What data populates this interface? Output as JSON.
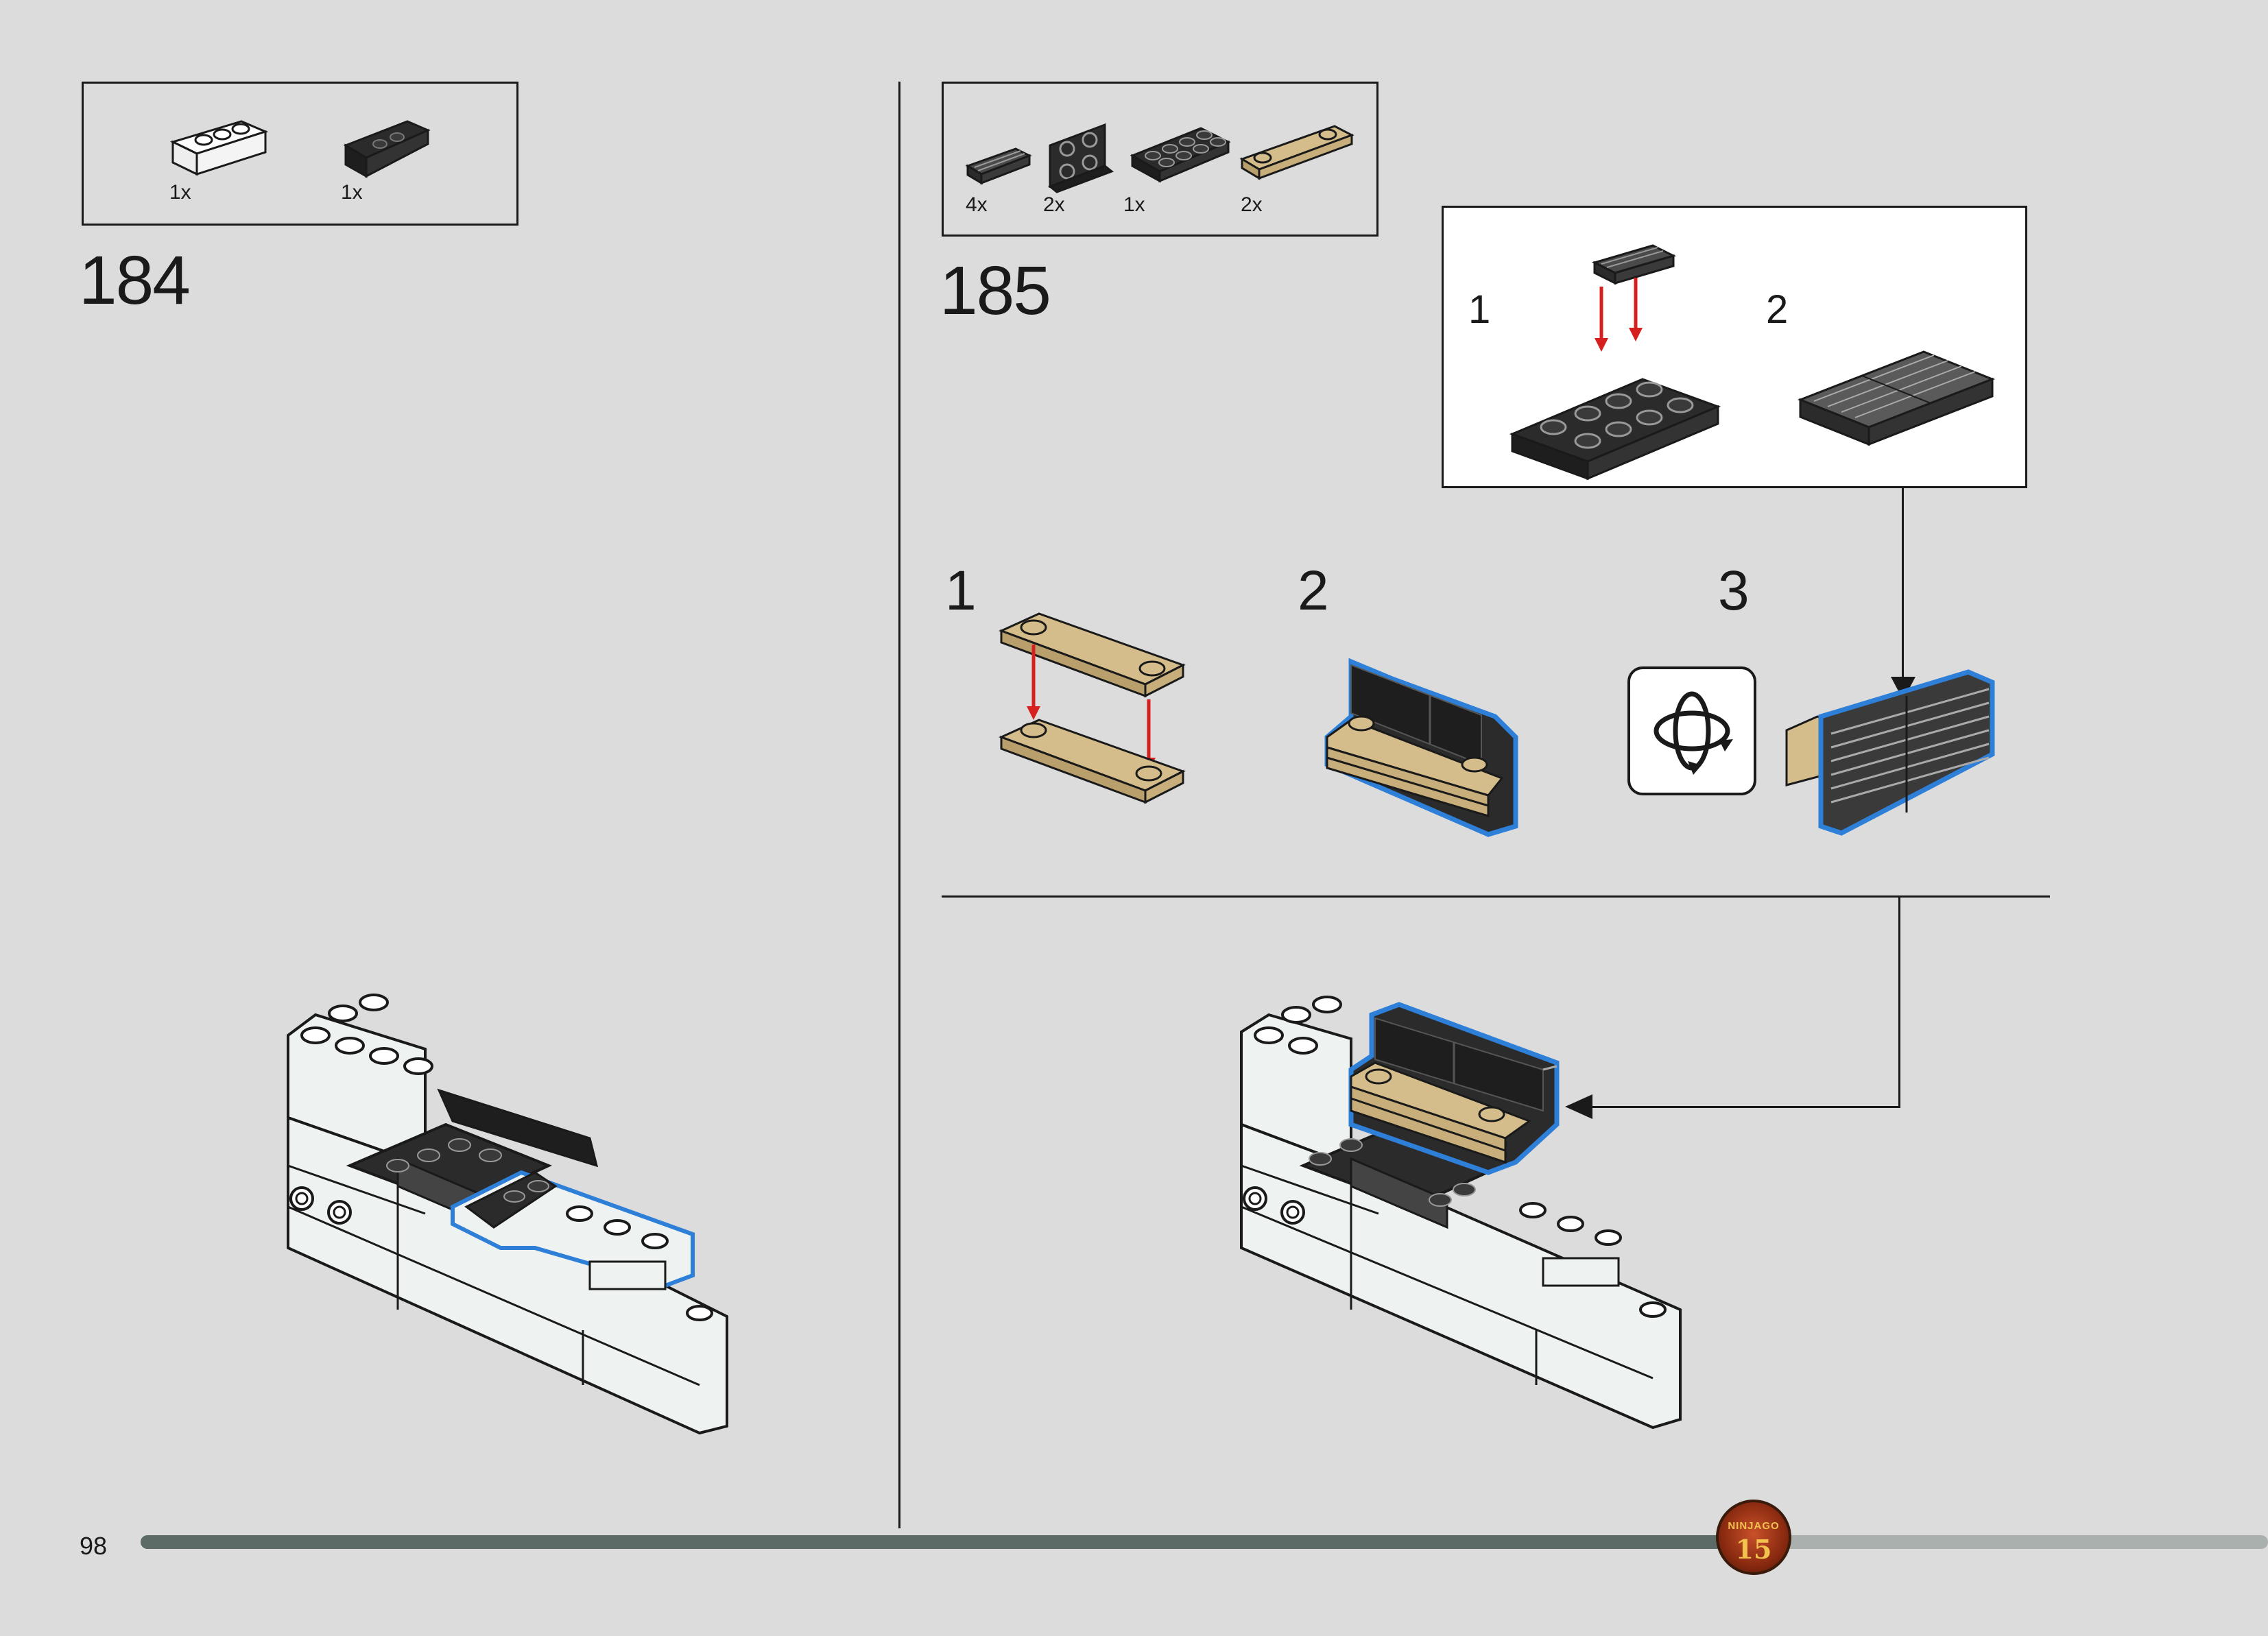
{
  "page": {
    "number": "98"
  },
  "step184": {
    "number": "184",
    "parts": [
      {
        "qty": "1x",
        "name": "white-brick-1x3-icon",
        "color": "#ffffff"
      },
      {
        "qty": "1x",
        "name": "black-slope-inverted-icon",
        "color": "#2b2b2b"
      }
    ]
  },
  "step185": {
    "number": "185",
    "parts": [
      {
        "qty": "4x",
        "name": "grille-tile-icon",
        "color": "#3a3a3a"
      },
      {
        "qty": "2x",
        "name": "bracket-plate-icon",
        "color": "#3a3a3a"
      },
      {
        "qty": "1x",
        "name": "black-plate-2x4-icon",
        "color": "#2b2b2b"
      },
      {
        "qty": "2x",
        "name": "tan-plate-1x4-icon",
        "color": "#d4bd8a"
      }
    ],
    "substeps": [
      "1",
      "2",
      "3"
    ],
    "callout": {
      "steps": [
        "1",
        "2"
      ]
    },
    "rotate_icon": "rotate-model-icon"
  },
  "colors": {
    "background": "#dcdcdc",
    "highlight": "#2e7fd8",
    "arrow": "#d6201f",
    "tan": "#d4bd8a",
    "dark": "#2b2b2b",
    "progress_bar": "#5d6b66",
    "progress_bar_remaining": "#a9b0ad"
  },
  "progress": {
    "fraction": 0.76
  },
  "badge": {
    "text": "NINJAGO",
    "number": "15"
  }
}
